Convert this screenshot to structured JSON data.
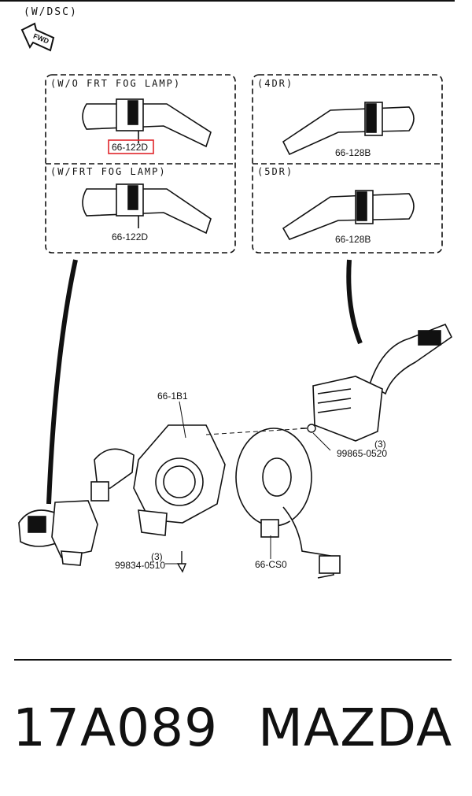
{
  "header": {
    "variant": "(W/DSC)",
    "fwd_label": "FWD"
  },
  "panels": {
    "wo_fog": {
      "title": "(W/O FRT FOG LAMP)",
      "part": "66-122D"
    },
    "w_fog": {
      "title": "(W/FRT FOG LAMP)",
      "part": "66-122D"
    },
    "dr4": {
      "title": "(4DR)",
      "part": "66-128B"
    },
    "dr5": {
      "title": "(5DR)",
      "part": "66-128B"
    }
  },
  "lower": {
    "clockspring": "66-1B1",
    "coil": "66-CS0",
    "screw_left_qty": "(3)",
    "screw_left": "99834-0510",
    "screw_right_qty": "(3)",
    "screw_right": "99865-0520"
  },
  "footer": {
    "code": "17A089",
    "brand": "MAZDA"
  },
  "colors": {
    "line": "#111111",
    "highlight": "#e0262b"
  }
}
